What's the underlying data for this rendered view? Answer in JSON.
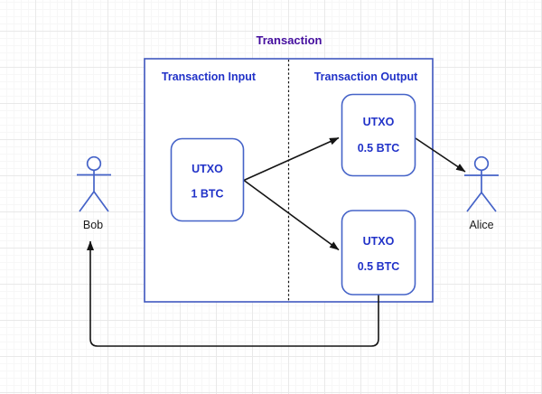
{
  "diagram": {
    "title": "Transaction",
    "input_section": {
      "label": "Transaction Input"
    },
    "output_section": {
      "label": "Transaction Output"
    },
    "nodes": {
      "input_utxo": {
        "title": "UTXO",
        "amount": "1 BTC"
      },
      "output_utxo_top": {
        "title": "UTXO",
        "amount": "0.5 BTC"
      },
      "output_utxo_bottom": {
        "title": "UTXO",
        "amount": "0.5 BTC"
      }
    },
    "actors": {
      "sender": {
        "label": "Bob"
      },
      "receiver": {
        "label": "Alice"
      }
    },
    "colors": {
      "title_text": "#440e9e",
      "label_text": "#2132c8",
      "shape_border": "#4058c0",
      "rounded_shape_border": "#4563c8",
      "actor_stroke": "#4563c8",
      "connector": "#141414",
      "background": "#ffffff",
      "grid_minor": "#f7f7f7",
      "grid_major": "#e9e9e9"
    }
  }
}
